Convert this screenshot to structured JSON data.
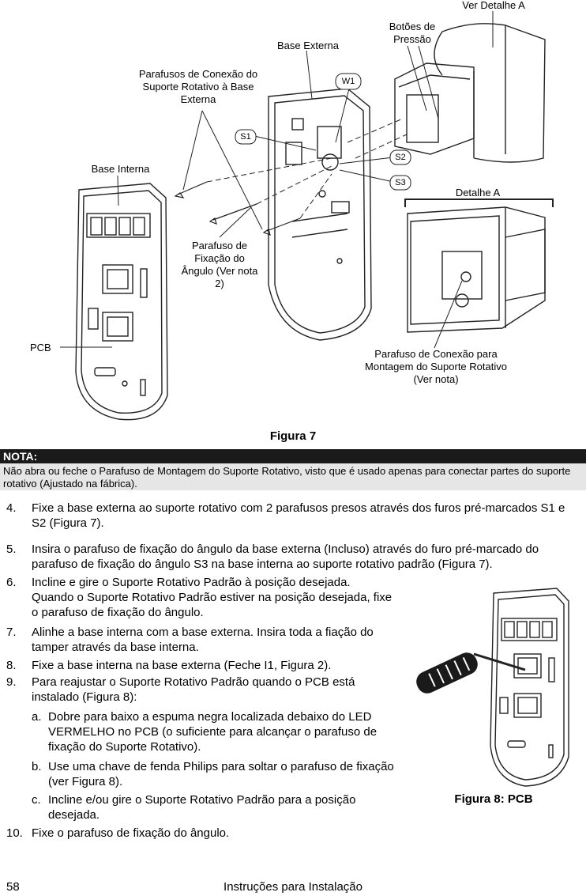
{
  "figure7": {
    "labels": {
      "ver_detalhe_a": "Ver Detalhe A",
      "botoes_pressao": "Botões de Pressão",
      "base_externa": "Base Externa",
      "parafusos_conexao": "Parafusos de Conexão do Suporte Rotativo à Base Externa",
      "base_interna": "Base Interna",
      "detalhe_a": "Detalhe A",
      "parafuso_fixacao": "Parafuso de Fixação do Ângulo (Ver nota 2)",
      "pcb": "PCB",
      "parafuso_montagem": "Parafuso de Conexão para Montagem do Suporte Rotativo (Ver nota)",
      "w1": "W1",
      "s1": "S1",
      "s2": "S2",
      "s3": "S3"
    },
    "caption": "Figura 7"
  },
  "note": {
    "title": "NOTA:",
    "text": "Não abra ou feche o Parafuso de Montagem do Suporte Rotativo, visto que é usado apenas para conectar partes do suporte rotativo (Ajustado na fábrica)."
  },
  "steps": {
    "s4": {
      "num": "4.",
      "text": "Fixe a base externa ao suporte rotativo com 2 parafusos presos através dos furos pré-marcados S1 e S2 (Figura 7)."
    },
    "s5": {
      "num": "5.",
      "text": "Insira o parafuso de fixação do ângulo da base externa (Incluso) através do furo pré-marcado do parafuso de fixação do ângulo S3 na base interna ao suporte rotativo padrão (Figura 7)."
    },
    "s6": {
      "num": "6.",
      "text": "Incline e gire o Suporte Rotativo Padrão à posição desejada. Quando o Suporte Rotativo Padrão estiver na posição desejada, fixe o parafuso de fixação do ângulo."
    },
    "s7": {
      "num": "7.",
      "text": "Alinhe a base interna com a base externa. Insira toda a fiação do tamper através da base interna."
    },
    "s8": {
      "num": "8.",
      "text": "Fixe a base interna na base externa (Feche I1, Figura 2)."
    },
    "s9": {
      "num": "9.",
      "text": "Para reajustar o Suporte Rotativo Padrão quando o PCB está instalado (Figura 8):"
    },
    "s9a": {
      "num": "a.",
      "text": "Dobre para baixo a espuma negra localizada debaixo do LED VERMELHO no PCB (o suficiente para alcançar o parafuso de fixação do Suporte Rotativo)."
    },
    "s9b": {
      "num": "b.",
      "text": "Use uma chave de fenda Philips para soltar o parafuso de fixação (ver Figura 8)."
    },
    "s9c": {
      "num": "c.",
      "text": "Incline e/ou gire o Suporte Rotativo Padrão para a posição desejada."
    },
    "s10": {
      "num": "10.",
      "text": "Fixe o parafuso de fixação do ângulo."
    }
  },
  "figure8": {
    "caption": "Figura 8: PCB"
  },
  "footer": {
    "page": "58",
    "title": "Instruções para Instalação"
  }
}
